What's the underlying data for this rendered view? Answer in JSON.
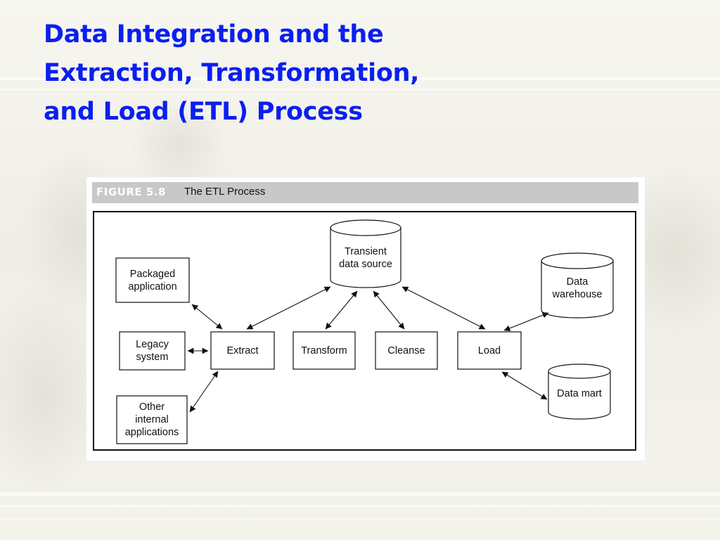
{
  "slide": {
    "title_lines": [
      "Data Integration and the",
      "Extraction, Transformation,",
      "and Load (ETL) Process"
    ]
  },
  "figure": {
    "number": "FIGURE 5.8",
    "caption": "The ETL Process"
  },
  "diagram": {
    "nodes": {
      "packaged_application": "Packaged\napplication",
      "legacy_system": "Legacy\nsystem",
      "other_internal_applications": "Other\ninternal\napplications",
      "extract": "Extract",
      "transform": "Transform",
      "cleanse": "Cleanse",
      "load": "Load",
      "transient_data_source": "Transient\ndata source",
      "data_warehouse": "Data\nwarehouse",
      "data_mart": "Data mart"
    },
    "edges": [
      {
        "from": "packaged_application",
        "to": "extract",
        "arrows": "both"
      },
      {
        "from": "legacy_system",
        "to": "extract",
        "arrows": "both"
      },
      {
        "from": "other_internal_applications",
        "to": "extract",
        "arrows": "both"
      },
      {
        "from": "extract",
        "to": "transient_data_source",
        "arrows": "both"
      },
      {
        "from": "transform",
        "to": "transient_data_source",
        "arrows": "both"
      },
      {
        "from": "cleanse",
        "to": "transient_data_source",
        "arrows": "both"
      },
      {
        "from": "load",
        "to": "transient_data_source",
        "arrows": "both"
      },
      {
        "from": "load",
        "to": "data_warehouse",
        "arrows": "both"
      },
      {
        "from": "load",
        "to": "data_mart",
        "arrows": "both"
      }
    ]
  }
}
